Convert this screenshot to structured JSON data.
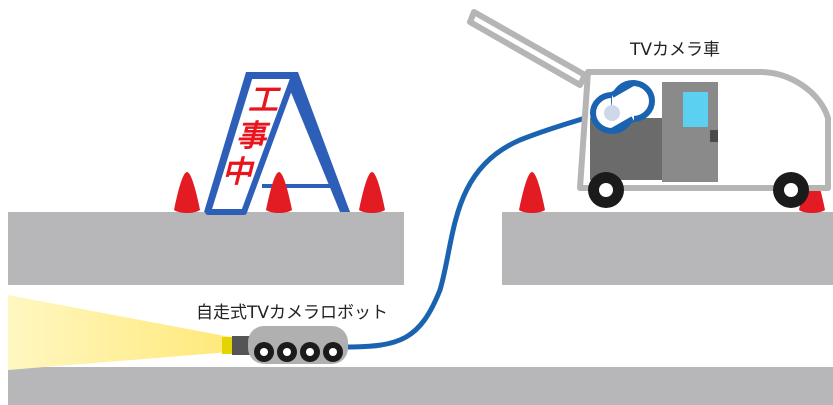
{
  "labels": {
    "robot": "自走式TVカメラロボット",
    "truck": "TVカメラ車"
  },
  "sign": {
    "chars": [
      "工",
      "事",
      "中"
    ]
  },
  "colors": {
    "road": "#b7b7b9",
    "cone": "#e31b23",
    "cable": "#1a63b0",
    "sign_frame": "#2e5fb8",
    "sign_text": "#e8151e",
    "light_beam": "#fff3a6",
    "robot_body": "#b0b0b0",
    "wheel": "#1b1b1b",
    "truck_body": "#6b6b6b",
    "truck_window": "#5bd0f0"
  },
  "icons": [
    "traffic-cone-icon",
    "construction-sign-icon",
    "camera-robot-icon",
    "camera-truck-icon",
    "cable-reel-icon"
  ]
}
